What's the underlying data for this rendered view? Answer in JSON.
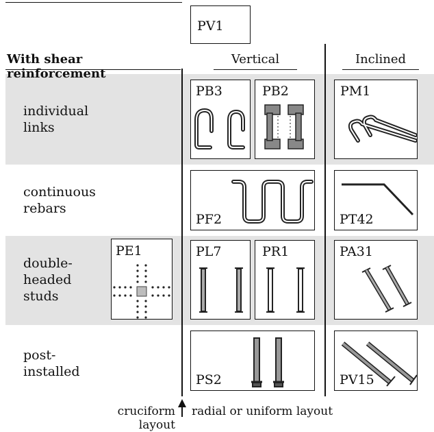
{
  "top_box": {
    "label": "PV1"
  },
  "headers": {
    "left": "With shear reinforcement",
    "vertical": "Vertical",
    "inclined": "Inclined"
  },
  "rows": [
    {
      "label_lines": [
        "individual",
        "links"
      ],
      "shaded": true
    },
    {
      "label_lines": [
        "continuous",
        "rebars"
      ],
      "shaded": false
    },
    {
      "label_lines": [
        "double-",
        "headed",
        "studs"
      ],
      "shaded": true
    },
    {
      "label_lines": [
        "post-",
        "installed"
      ],
      "shaded": false
    }
  ],
  "boxes": {
    "pb3": "PB3",
    "pb2": "PB2",
    "pm1": "PM1",
    "pf2": "PF2",
    "pt42": "PT42",
    "pe1": "PE1",
    "pl7": "PL7",
    "pr1": "PR1",
    "pa31": "PA31",
    "ps2": "PS2",
    "pv15": "PV15"
  },
  "footer": {
    "left": "cruciform layout",
    "right": "radial or uniform layout"
  }
}
